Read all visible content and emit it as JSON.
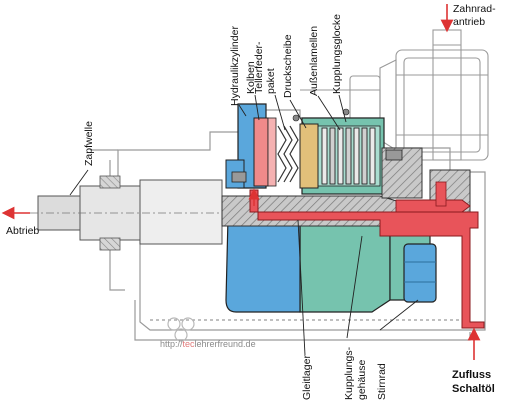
{
  "diagram": {
    "labels": {
      "hydraulikzylinder": "Hydraulikzylinder",
      "kolben": "Kolben",
      "tellerfeder_1": "Tellerfeder-",
      "tellerfeder_2": "paket",
      "druckscheibe": "Druckscheibe",
      "aussenlamellen": "Außenlamellen",
      "kupplungsglocke": "Kupplungsglocke",
      "zapfwelle": "Zapfwelle",
      "abtrieb": "Abtrieb",
      "zahnrad_1": "Zahnrad-",
      "zahnrad_2": "antrieb",
      "gleitlager": "Gleitlager",
      "kupplungs_1": "Kupplungs-",
      "kupplungs_2": "gehäuse",
      "stirnrad": "Stirnrad",
      "zufluss_1": "Zufluss",
      "zufluss_2": "Schaltöl"
    },
    "watermark": {
      "prefix": "http://",
      "accent": "tec",
      "suffix": "lehrerfreund.de"
    },
    "colors": {
      "cylinder_blue": "#5aa7dc",
      "housing_green": "#76c3ae",
      "oil_red": "#e8545a",
      "pressure_plate_tan": "#e2c07a",
      "piston_pink": "#f08a8a",
      "outline": "#222222"
    }
  }
}
